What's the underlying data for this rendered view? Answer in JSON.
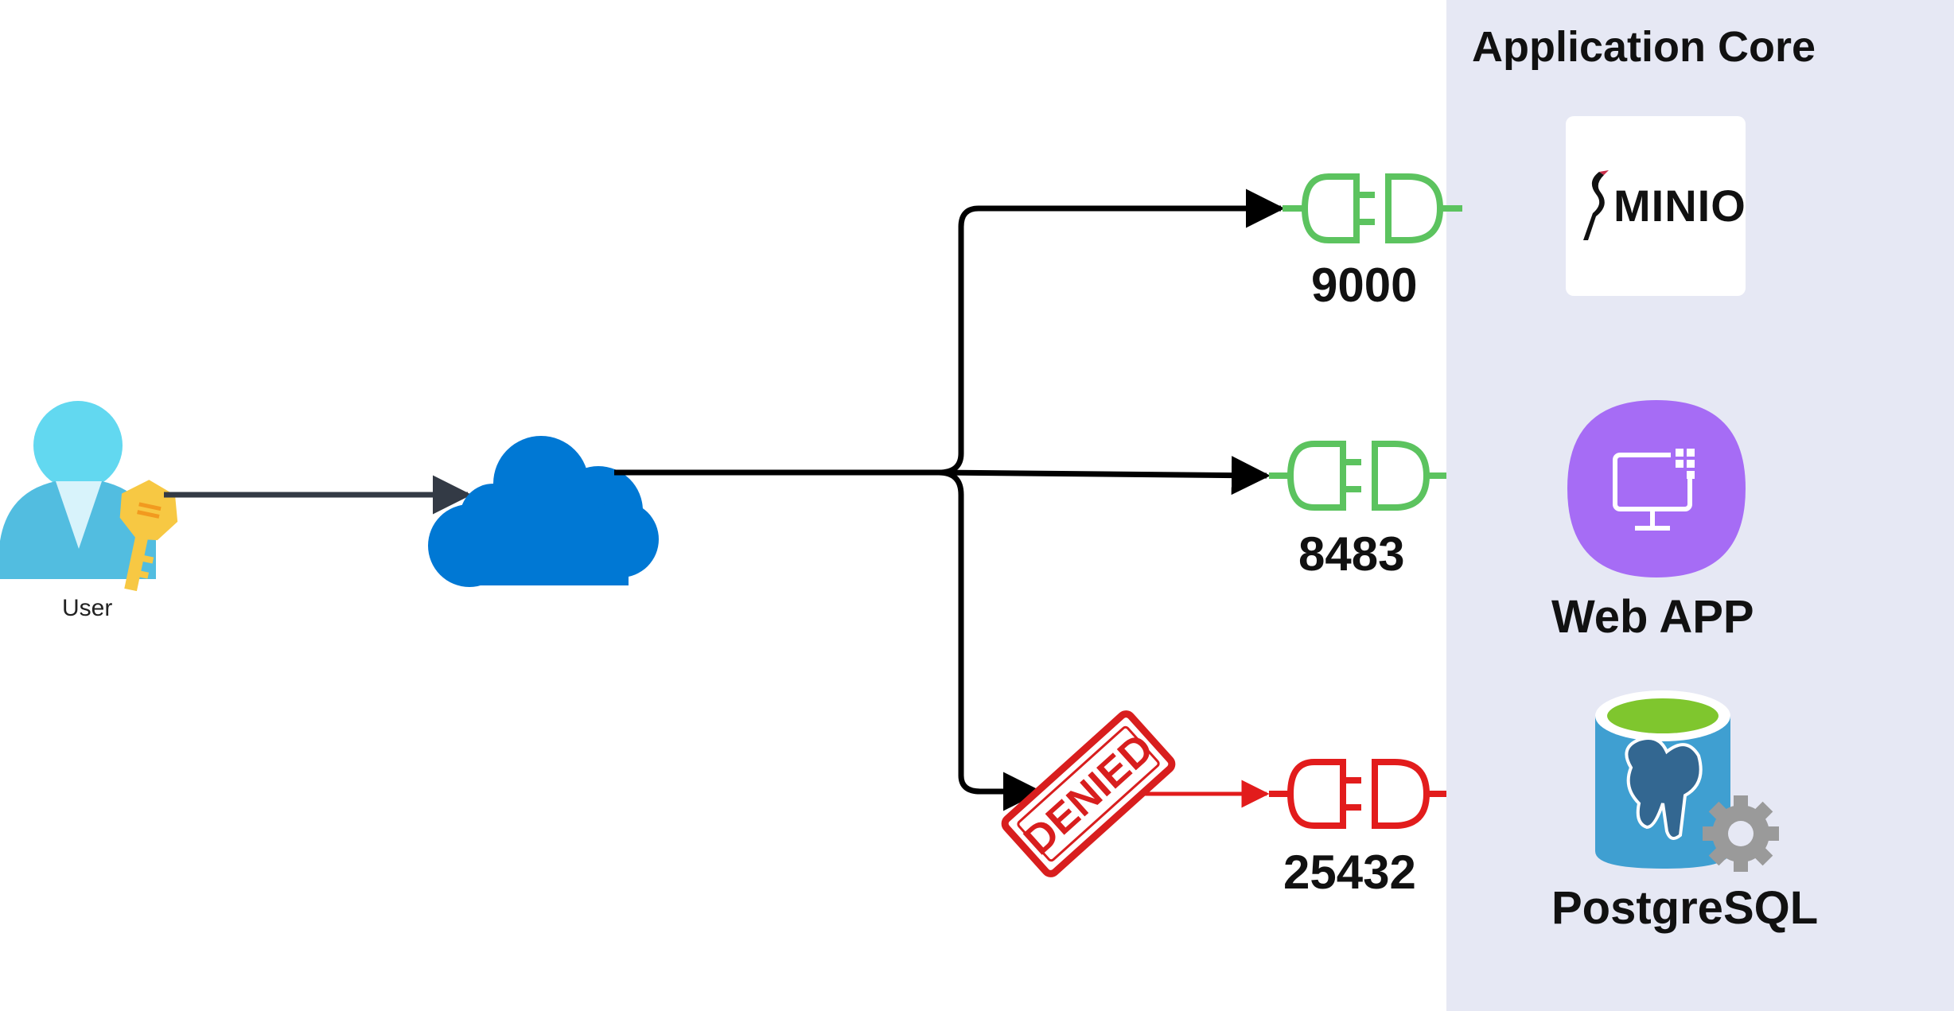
{
  "diagram": {
    "core_title": "Application Core",
    "user_label": "User",
    "ports": [
      {
        "label": "9000",
        "status": "allowed",
        "color": "#5cc35f"
      },
      {
        "label": "8483",
        "status": "allowed",
        "color": "#5cc35f"
      },
      {
        "label": "25432",
        "status": "denied",
        "color": "#e21c1c"
      }
    ],
    "services": {
      "minio": "MINIO",
      "webapp": "Web APP",
      "postgres": "PostgreSQL"
    },
    "denied_stamp": "DENIED",
    "icons": [
      "user-key-icon",
      "cloud-icon",
      "plug-icon",
      "minio-logo-icon",
      "web-app-icon",
      "postgresql-icon",
      "denied-stamp-icon"
    ],
    "colors": {
      "panel": "#e6e8f4",
      "cloud": "#0078d4",
      "allowed": "#5cc35f",
      "denied": "#e21c1c",
      "webapp": "#a66cf5"
    }
  }
}
